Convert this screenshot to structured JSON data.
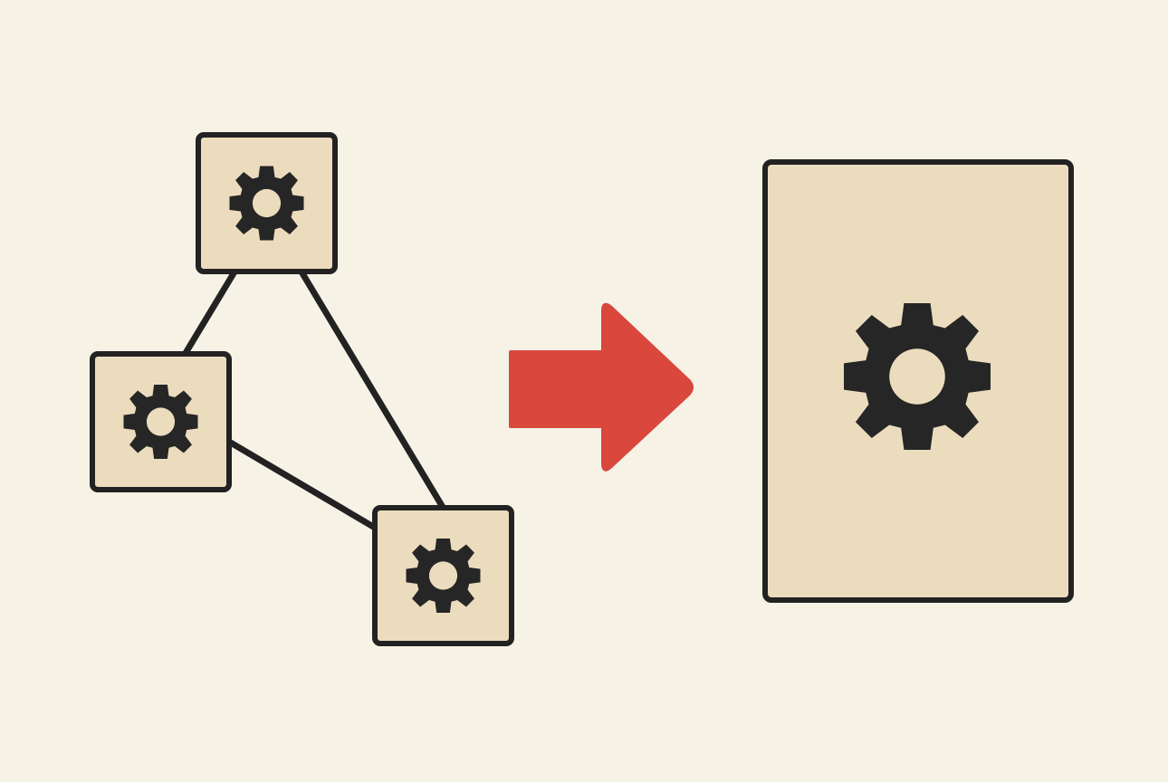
{
  "colors": {
    "background": "#f6f2e6",
    "box_fill": "#ecdcbe",
    "stroke": "#222222",
    "gear": "#262626",
    "arrow": "#d9473d"
  },
  "diagram": {
    "left_group": {
      "node_count": 3,
      "connections": [
        [
          "top",
          "left"
        ],
        [
          "top",
          "bottom-right"
        ],
        [
          "left",
          "bottom-right"
        ]
      ],
      "node_icon": "gear-icon"
    },
    "arrow_icon": "right-arrow-icon",
    "right_box_icon": "gear-icon"
  }
}
